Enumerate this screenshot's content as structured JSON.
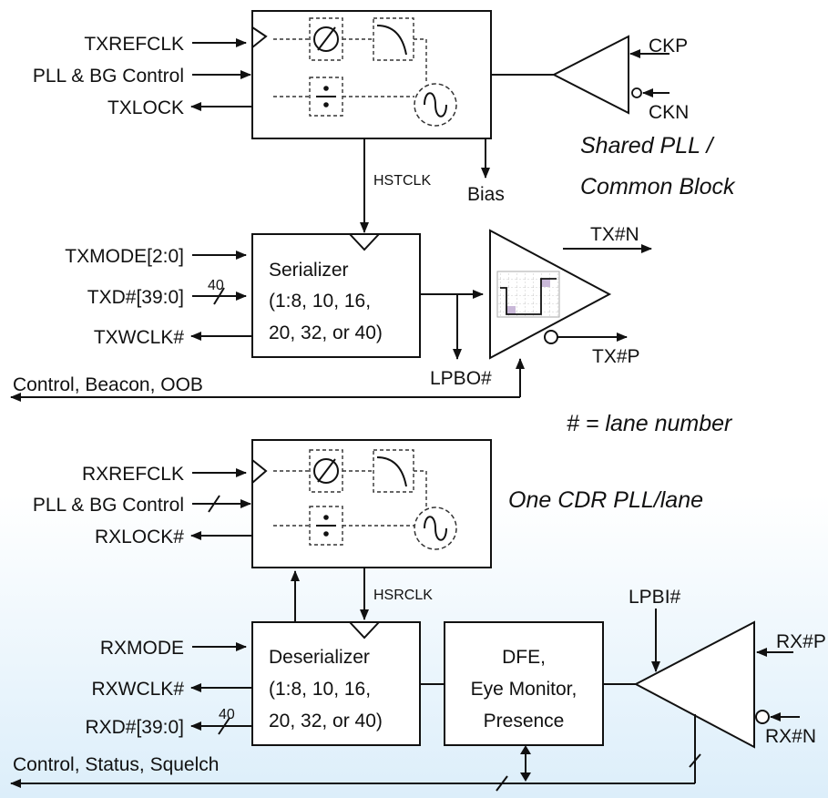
{
  "diagram": {
    "tx_pll": {
      "inputs": [
        "TXREFCLK",
        "PLL & BG Control"
      ],
      "output": "TXLOCK",
      "clk_in": [
        "CKP",
        "CKN"
      ],
      "out_clk": "HSTCLK",
      "bias": "Bias",
      "caption_line1": "Shared PLL /",
      "caption_line2": "Common Block"
    },
    "serializer": {
      "title": "Serializer",
      "line2": "(1:8, 10, 16,",
      "line3": "20, 32, or 40)",
      "in_mode": "TXMODE[2:0]",
      "in_data": "TXD#[39:0]",
      "bus_width": "40",
      "out_clk": "TXWCLK#",
      "tx_n": "TX#N",
      "tx_p": "TX#P",
      "loopback": "LPBO#",
      "control": "Control, Beacon, OOB"
    },
    "lane_note": "# = lane number",
    "rx_pll": {
      "inputs": [
        "RXREFCLK",
        "PLL & BG Control"
      ],
      "output": "RXLOCK#",
      "caption": "One CDR PLL/lane",
      "out_clk": "HSRCLK"
    },
    "deserializer": {
      "title": "Deserializer",
      "line2": "(1:8, 10, 16,",
      "line3": "20, 32, or 40)",
      "in_mode": "RXMODE",
      "out_clk": "RXWCLK#",
      "out_data": "RXD#[39:0]",
      "bus_width": "40",
      "control": "Control, Status, Squelch"
    },
    "dfe": {
      "line1": "DFE,",
      "line2": "Eye Monitor,",
      "line3": "Presence"
    },
    "rx_in": {
      "loopback": "LPBI#",
      "rx_p": "RX#P",
      "rx_n": "RX#N"
    },
    "colors": {
      "background_top": "#ffffff",
      "background_bottom": "#dceefa",
      "eye_fill": "#c9b8d8"
    }
  }
}
